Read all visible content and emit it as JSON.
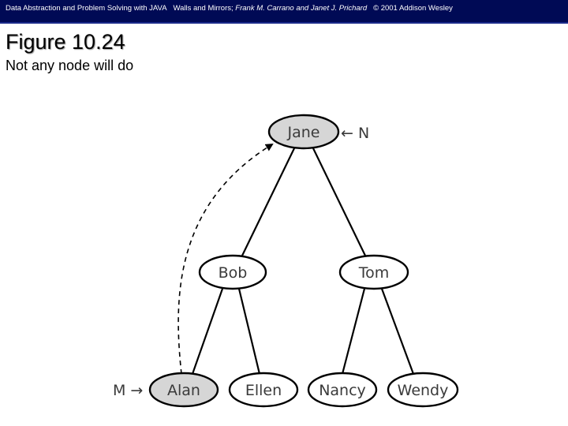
{
  "header": {
    "book": "Data Abstraction and Problem Solving with JAVA",
    "subtitle": "Walls and Mirrors;",
    "authors": "Frank M. Carrano and Janet J. Prichard",
    "copyright": "© 2001 Addison Wesley"
  },
  "slide": {
    "title": "Figure 10.24",
    "caption": "Not any node will do"
  },
  "tree": {
    "nodes": {
      "jane": "Jane",
      "bob": "Bob",
      "tom": "Tom",
      "alan": "Alan",
      "ellen": "Ellen",
      "nancy": "Nancy",
      "wendy": "Wendy"
    },
    "highlighted_nodes": [
      "Jane",
      "Alan"
    ],
    "pointer_n": "← N",
    "pointer_m": "M →",
    "colors": {
      "highlight_fill": "#d6d6d6",
      "node_fill": "#ffffff",
      "stroke": "#000000",
      "header_bg": "#000a55"
    }
  }
}
